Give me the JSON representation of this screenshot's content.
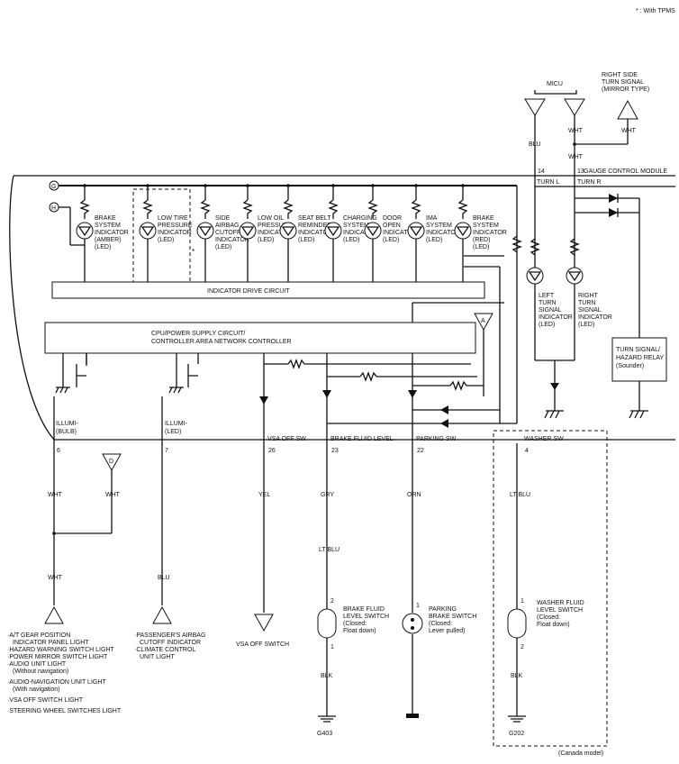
{
  "note": "* : With TPMS",
  "module_name": "GAUGE CONTROL MODULE",
  "micu_label": "MICU",
  "right_signal": [
    "RIGHT SIDE",
    "TURN SIGNAL",
    "(MIRROR TYPE)"
  ],
  "node_g": "G",
  "node_h": "H",
  "connector_a": "A",
  "connector_d": "D",
  "asterisk": "*",
  "indicators": [
    {
      "lines": [
        "BRAKE",
        "SYSTEM",
        "INDICATOR",
        "(AMBER)",
        "(LED)"
      ]
    },
    {
      "lines": [
        "LOW TIRE",
        "PRESSURE",
        "INDICATOR",
        "(LED)"
      ]
    },
    {
      "lines": [
        "SIDE",
        "AIRBAG",
        "CUTOFF",
        "INDICATOR",
        "(LED)"
      ]
    },
    {
      "lines": [
        "LOW OIL",
        "PRESSURE",
        "INDICATOR",
        "(LED)"
      ]
    },
    {
      "lines": [
        "SEAT BELT",
        "REMINDER",
        "INDICATOR",
        "(LED)"
      ]
    },
    {
      "lines": [
        "CHARGING",
        "SYSTEM",
        "INDICATOR",
        "(LED)"
      ]
    },
    {
      "lines": [
        "DOOR",
        "OPEN",
        "INDICATOR",
        "(LED)"
      ]
    },
    {
      "lines": [
        "IMA",
        "SYSTEM",
        "INDICATOR",
        "(LED)"
      ]
    },
    {
      "lines": [
        "BRAKE",
        "SYSTEM",
        "INDICATOR",
        "(RED)",
        "(LED)"
      ]
    }
  ],
  "turn_indicators": [
    {
      "lines": [
        "LEFT",
        "TURN",
        "SIGNAL",
        "INDICATOR",
        "(LED)"
      ]
    },
    {
      "lines": [
        "RIGHT",
        "TURN",
        "SIGNAL",
        "INDICATOR",
        "(LED)"
      ]
    }
  ],
  "indicator_drive": "INDICATOR DRIVE CIRCUIT",
  "cpu_lines": [
    "CPU/POWER SUPPLY CIRCUIT/",
    "CONTROLLER AREA NETWORK CONTROLLER"
  ],
  "relay_lines": [
    "TURN SIGNAL/",
    "HAZARD RELAY",
    "(Sounder)"
  ],
  "turn_l": "TURN L",
  "turn_r": "TURN R",
  "pin_14": "14",
  "pin_13": "13",
  "wire_blu_micu": "BLU",
  "wire_wht_micu": "WHT",
  "wire_wht_right": "WHT",
  "wire_wht_join": "WHT",
  "illumi_bulb": [
    "ILLUMI-",
    "(BULB)"
  ],
  "illumi_led": [
    "ILLUMI-",
    "(LED)"
  ],
  "terminals": [
    {
      "name": "VSA OFF SW",
      "pin": "26",
      "wire": "YEL"
    },
    {
      "name": "BRAKE FLUID LEVEL",
      "pin": "23",
      "wire": "GRY"
    },
    {
      "name": "PARKING SW",
      "pin": "22",
      "wire": "ORN"
    },
    {
      "name": "WASHER SW",
      "pin": "4",
      "wire": "LT BLU"
    }
  ],
  "pin_6": "6",
  "pin_7": "7",
  "wire_wht_6": "WHT",
  "wire_wht_d": "WHT",
  "wire_wht_bottom": "WHT",
  "wire_blu_7": "BLU",
  "wire_lt_blu": "LT BLU",
  "wire_blk_1": "BLK",
  "wire_blk_2": "BLK",
  "brake_fluid_switch": [
    "BRAKE FLUID",
    "LEVEL SWITCH",
    "(Closed:",
    "Float down)"
  ],
  "parking_switch": [
    "PARKING",
    "BRAKE SWITCH",
    "(Closed:",
    "Lever pulled)"
  ],
  "washer_switch": [
    "WASHER FLUID",
    "LEVEL SWITCH",
    "(Closed:",
    "Float down)"
  ],
  "switch_pins": {
    "bf_top": "2",
    "bf_bottom": "1",
    "pk_top": "1",
    "ws_top": "1",
    "ws_bottom": "2"
  },
  "vsa_off_switch": "VSA OFF SWITCH",
  "ground_g403": "G403",
  "ground_g202": "G202",
  "canada_model": "(Canada model)",
  "left_list": [
    "·A/T GEAR POSITION",
    "INDICATOR PANEL LIGHT",
    "·HAZARD WARNING SWITCH LIGHT",
    "·POWER MIRROR SWITCH LIGHT",
    "·AUDIO UNIT LIGHT",
    "(Without navigation)",
    "·AUDIO-NAVIGATION UNIT LIGHT",
    "(With navigation)",
    "·VSA OFF SWITCH LIGHT",
    "·STEERING WHEEL SWITCHES LIGHT"
  ],
  "mid_list": [
    "·PASSENGER'S AIRBAG",
    "CUTOFF INDICATOR",
    "·CLIMATE CONTROL",
    "UNIT LIGHT"
  ]
}
